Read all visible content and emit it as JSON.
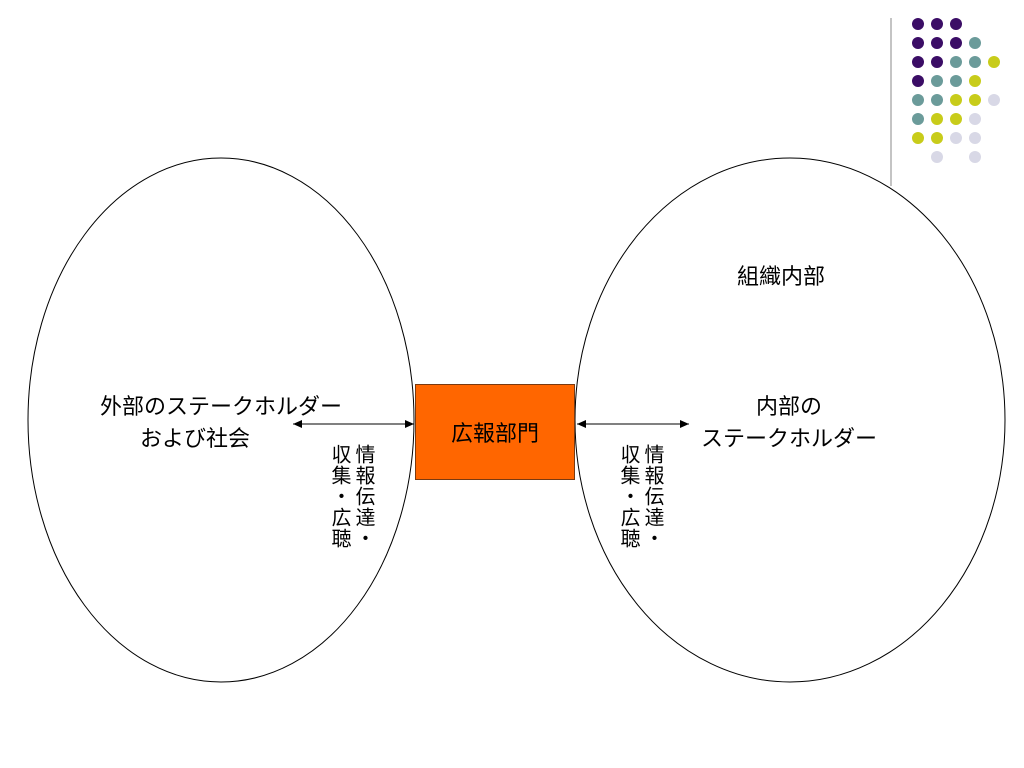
{
  "diagram": {
    "left_group": {
      "line1": "外部のステークホルダー",
      "line2": "および社会",
      "arrow_caption": [
        "情報伝達・",
        "収集・広聴"
      ]
    },
    "center": {
      "label": "広報部門",
      "fill": "#ff6600"
    },
    "right_group": {
      "title": "組織内部",
      "line1": "内部の",
      "line2": "ステークホルダー",
      "arrow_caption": [
        "情報伝達・",
        "収集・広聴"
      ]
    }
  },
  "decoration": {
    "dot_colors": {
      "purple": "#3b0d66",
      "teal": "#6b9b9a",
      "yellow": "#c8cc1a",
      "lavender": "#d8d8e6"
    }
  }
}
